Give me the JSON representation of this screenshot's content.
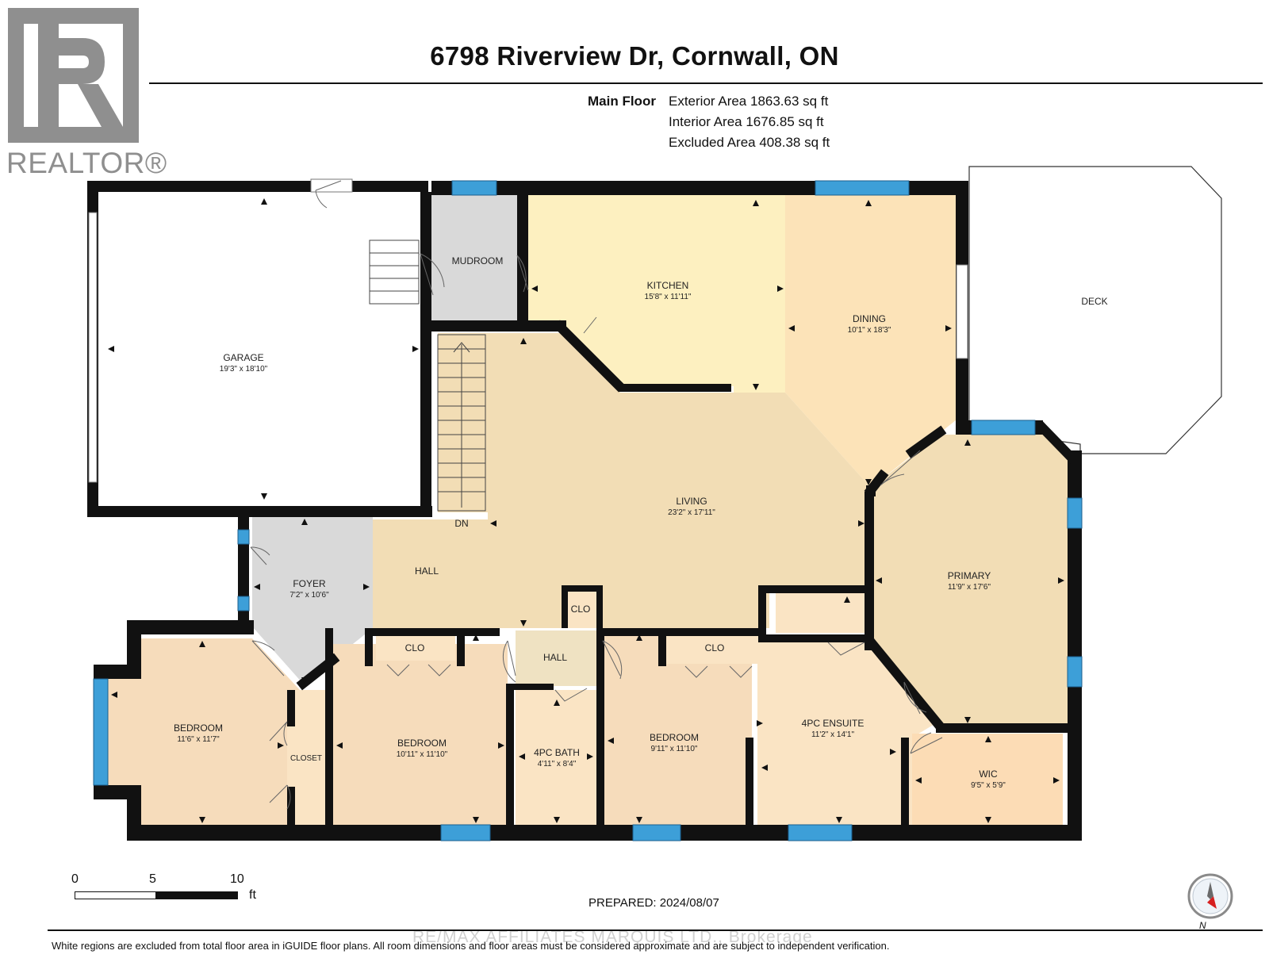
{
  "header": {
    "title": "6798 Riverview Dr, Cornwall, ON",
    "floor_label": "Main Floor",
    "exterior_area": "Exterior Area 1863.63 sq ft",
    "interior_area": "Interior Area 1676.85 sq ft",
    "excluded_area": "Excluded Area 408.38 sq ft"
  },
  "logo": {
    "text": "REALTOR®"
  },
  "rooms": {
    "garage": {
      "name": "GARAGE",
      "dims": "19'3\" x 18'10\""
    },
    "mudroom": {
      "name": "MUDROOM"
    },
    "kitchen": {
      "name": "KITCHEN",
      "dims": "15'8\" x 11'11\""
    },
    "dining": {
      "name": "DINING",
      "dims": "10'1\" x 18'3\""
    },
    "deck": {
      "name": "DECK"
    },
    "living": {
      "name": "LIVING",
      "dims": "23'2\" x 17'11\""
    },
    "dn": {
      "name": "DN"
    },
    "hall_main": {
      "name": "HALL"
    },
    "foyer": {
      "name": "FOYER",
      "dims": "7'2\" x 10'6\""
    },
    "primary": {
      "name": "PRIMARY",
      "dims": "11'9\" x 17'6\""
    },
    "clo_center": {
      "name": "CLO"
    },
    "clo_left": {
      "name": "CLO"
    },
    "clo_right": {
      "name": "CLO"
    },
    "hall_small": {
      "name": "HALL"
    },
    "bedroom_1": {
      "name": "BEDROOM",
      "dims": "11'6\" x 11'7\""
    },
    "closet": {
      "name": "CLOSET"
    },
    "bedroom_2": {
      "name": "BEDROOM",
      "dims": "10'11\" x 11'10\""
    },
    "bath": {
      "name": "4PC BATH",
      "dims": "4'11\" x 8'4\""
    },
    "bedroom_3": {
      "name": "BEDROOM",
      "dims": "9'11\" x 11'10\""
    },
    "ensuite": {
      "name": "4PC ENSUITE",
      "dims": "11'2\" x 14'1\""
    },
    "wic": {
      "name": "WIC",
      "dims": "9'5\" x 5'9\""
    }
  },
  "scale": {
    "t0": "0",
    "t5": "5",
    "t10": "10",
    "unit": "ft"
  },
  "prepared": "PREPARED: 2024/08/07",
  "watermark": "RE/MAX AFFILIATES MARQUIS LTD., Brokerage",
  "disclaimer": "White regions are excluded from total floor area in iGUIDE floor plans. All room dimensions and floor areas must be considered approximate and are subject to independent verification.",
  "compass": {
    "label": "N"
  },
  "colors": {
    "wall": "#111111",
    "window": "#3d9fd8",
    "kitchen": "#fdf0c0",
    "dining": "#fce3b8",
    "living": "#f2ddb5",
    "bedroom": "#f6dcbb",
    "closet": "#fae4c4",
    "hall": "#efe2c2",
    "grey": "#d9d9d9"
  }
}
